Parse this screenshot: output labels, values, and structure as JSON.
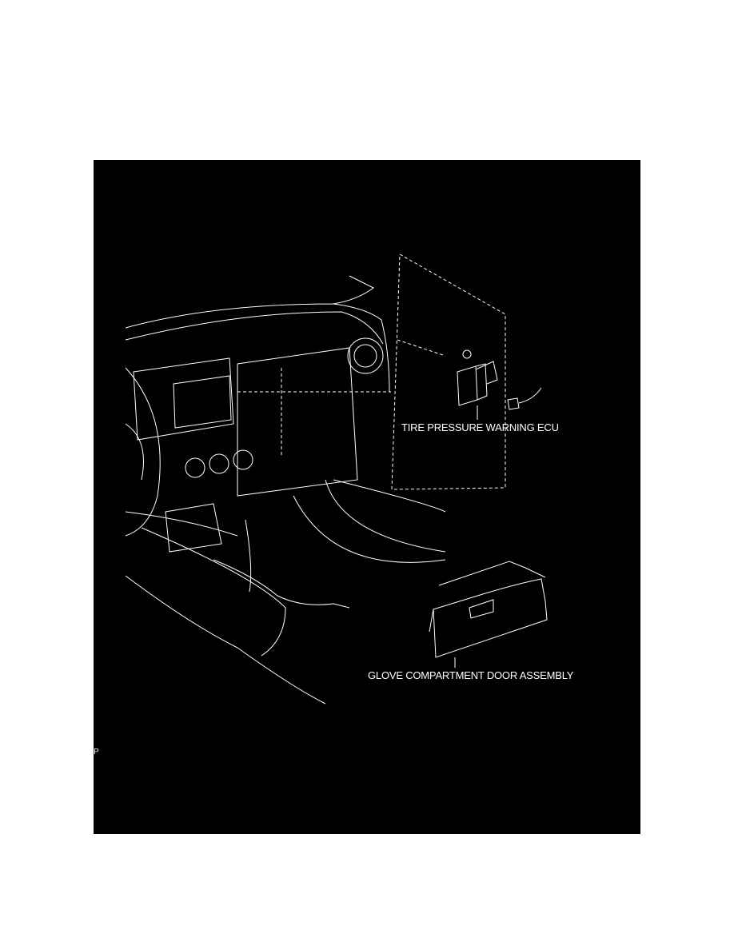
{
  "figure": {
    "labels": {
      "ecu": "TIRE PRESSURE WARNING ECU",
      "glove": "GLOVE COMPARTMENT DOOR ASSEMBLY"
    },
    "figure_id": "P",
    "colors": {
      "background": "#000000",
      "line": "#ffffff",
      "page": "#ffffff"
    }
  }
}
